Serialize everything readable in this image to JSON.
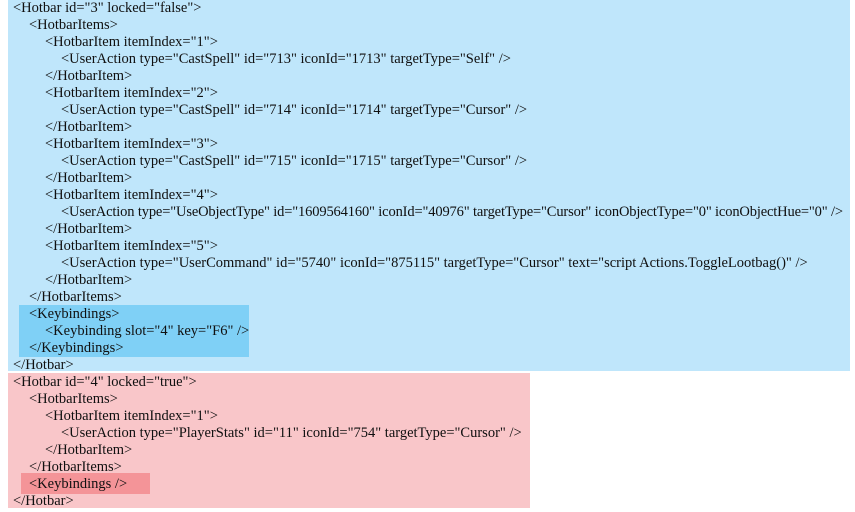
{
  "hotbar3": {
    "open": "<Hotbar id=\"3\" locked=\"false\">",
    "items_open": "<HotbarItems>",
    "item1_open": "<HotbarItem itemIndex=\"1\">",
    "item1_action": "<UserAction type=\"CastSpell\" id=\"713\" iconId=\"1713\" targetType=\"Self\" />",
    "item1_close": "</HotbarItem>",
    "item2_open": "<HotbarItem itemIndex=\"2\">",
    "item2_action": "<UserAction type=\"CastSpell\" id=\"714\" iconId=\"1714\" targetType=\"Cursor\" />",
    "item2_close": "</HotbarItem>",
    "item3_open": "<HotbarItem itemIndex=\"3\">",
    "item3_action": "<UserAction type=\"CastSpell\" id=\"715\" iconId=\"1715\" targetType=\"Cursor\" />",
    "item3_close": "</HotbarItem>",
    "item4_open": "<HotbarItem itemIndex=\"4\">",
    "item4_action": "<UserAction type=\"UseObjectType\" id=\"1609564160\" iconId=\"40976\" targetType=\"Cursor\" iconObjectType=\"0\" iconObjectHue=\"0\" />",
    "item4_close": "</HotbarItem>",
    "item5_open": "<HotbarItem itemIndex=\"5\">",
    "item5_action": "<UserAction type=\"UserCommand\" id=\"5740\" iconId=\"875115\" targetType=\"Cursor\" text=\"script Actions.ToggleLootbag()\" />",
    "item5_close": "</HotbarItem>",
    "items_close": "</HotbarItems>",
    "kb_open": "<Keybindings>",
    "kb_binding": "<Keybinding slot=\"4\" key=\"F6\" />",
    "kb_close": "</Keybindings>",
    "close": "</Hotbar>"
  },
  "hotbar4": {
    "open": "<Hotbar id=\"4\" locked=\"true\">",
    "items_open": "<HotbarItems>",
    "item1_open": "<HotbarItem itemIndex=\"1\">",
    "item1_action": "<UserAction type=\"PlayerStats\" id=\"11\" iconId=\"754\" targetType=\"Cursor\" />",
    "item1_close": "</HotbarItem>",
    "items_close": "</HotbarItems>",
    "kb_empty": "<Keybindings />",
    "close": "</Hotbar>"
  },
  "colors": {
    "added_block": "#bfe6fb",
    "added_highlight": "#7fd0f6",
    "removed_block": "#f9c6c9",
    "removed_highlight": "#f49498"
  }
}
